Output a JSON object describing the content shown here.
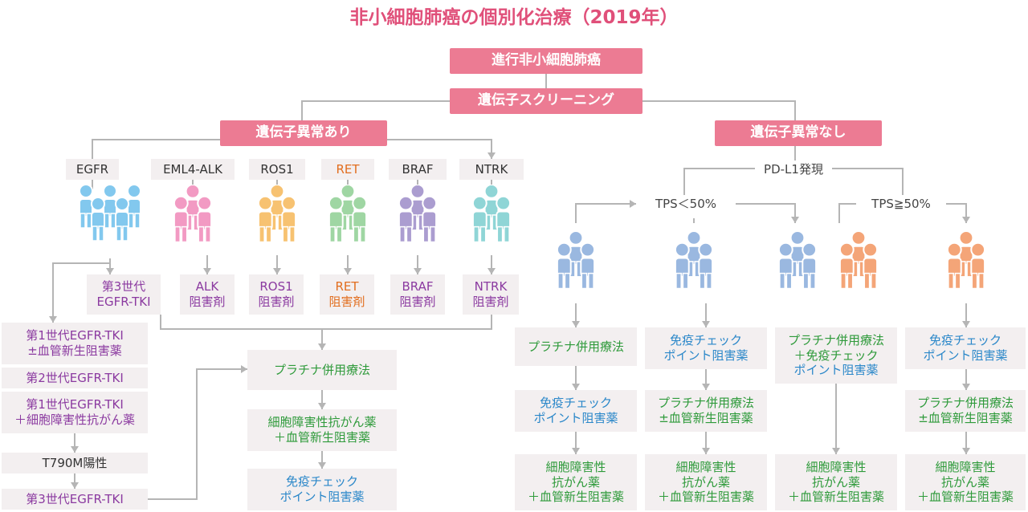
{
  "title": "非小細胞肺癌の個別化治療（2019年）",
  "colors": {
    "title": "#e0507a",
    "header_box": "#ec7b93",
    "box_bg": "#f3eff0",
    "line": "#b5b5b5",
    "egfr": "#82c8ee",
    "alk": "#f29ac3",
    "ros1": "#f7c271",
    "ret": "#9fd6a3",
    "braf": "#ab9dd0",
    "ntrk": "#8fd5d6",
    "pdl1_low": "#9ab8e0",
    "pdl1_high": "#f4a578",
    "label_purple": "#8b3aa0",
    "label_green": "#2e9a3a",
    "label_blue": "#2a87c9",
    "label_orange": "#e26e1f"
  },
  "root": "進行非小細胞肺癌",
  "screening": "遺伝子スクリーニング",
  "positive": "遺伝子異常あり",
  "negative": "遺伝子異常なし",
  "genes": [
    "EGFR",
    "EML4-ALK",
    "ROS1",
    "RET",
    "BRAF",
    "NTRK"
  ],
  "targeted": {
    "egfr": [
      "第3世代",
      "EGFR-TKI"
    ],
    "alk": [
      "ALK",
      "阻害剤"
    ],
    "ros1": [
      "ROS1",
      "阻害剤"
    ],
    "ret": [
      "RET",
      "阻害剤"
    ],
    "braf": [
      "BRAF",
      "阻害剤"
    ],
    "ntrk": [
      "NTRK",
      "阻害剤"
    ]
  },
  "egfr_alternatives": {
    "first_plus_angio": [
      "第1世代EGFR-TKI",
      "±血管新生阻害薬"
    ],
    "second_gen": "第2世代EGFR-TKI",
    "first_plus_chemo": [
      "第1世代EGFR-TKI",
      "＋細胞障害性抗がん薬"
    ],
    "t790m": "T790M陽性",
    "third_gen": "第3世代EGFR-TKI"
  },
  "second_line": {
    "platinum": "プラチナ併用療法",
    "cytotoxic": [
      "細胞障害性抗がん薬",
      "＋血管新生阻害薬"
    ],
    "immuno": [
      "免疫チェック",
      "ポイント阻害薬"
    ]
  },
  "pdl1": "PD-L1発現",
  "tps_low": "TPS＜50%",
  "tps_high": "TPS≧50%",
  "pdl1_columns": [
    [
      [
        "プラチナ併用療法"
      ],
      [
        "免疫チェック",
        "ポイント阻害薬"
      ],
      [
        "細胞障害性",
        "抗がん薬",
        "＋血管新生阻害薬"
      ]
    ],
    [
      [
        "免疫チェック",
        "ポイント阻害薬"
      ],
      [
        "プラチナ併用療法",
        "±血管新生阻害薬"
      ],
      [
        "細胞障害性",
        "抗がん薬",
        "＋血管新生阻害薬"
      ]
    ],
    [
      [
        "プラチナ併用療法",
        "＋免疫チェック",
        "ポイント阻害薬"
      ],
      [
        "細胞障害性",
        "抗がん薬",
        "＋血管新生阻害薬"
      ]
    ],
    [
      [
        "免疫チェック",
        "ポイント阻害薬"
      ],
      [
        "プラチナ併用療法",
        "±血管新生阻害薬"
      ],
      [
        "細胞障害性",
        "抗がん薬",
        "＋血管新生阻害薬"
      ]
    ]
  ]
}
